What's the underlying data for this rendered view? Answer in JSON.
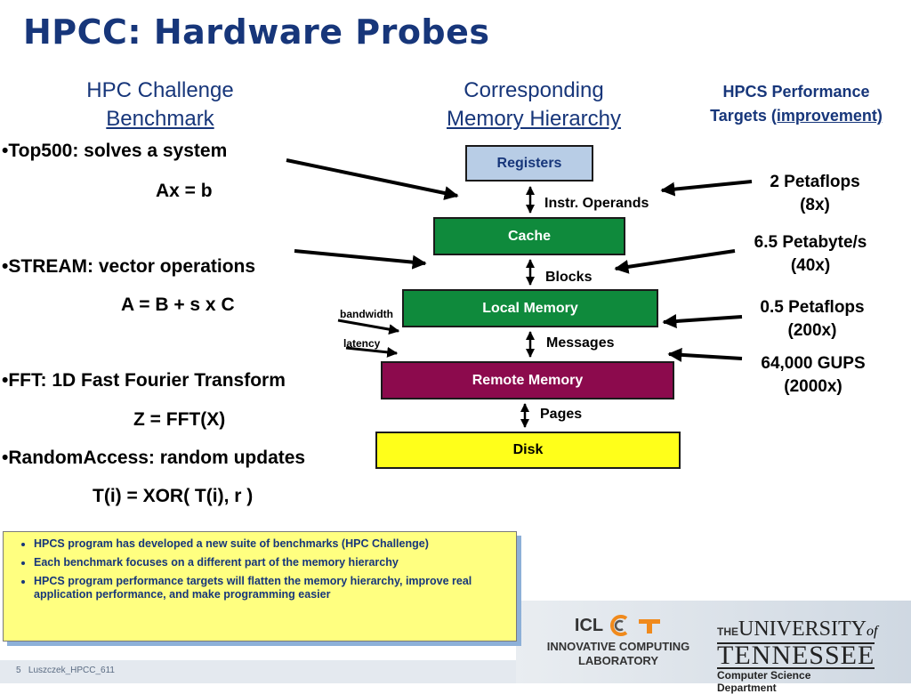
{
  "title": "HPCC: Hardware Probes",
  "columns": {
    "benchmark_line1": "HPC Challenge",
    "benchmark_line2": "Benchmark",
    "memory_line1": "Corresponding",
    "memory_line2": "Memory Hierarchy",
    "targets_line1": "HPCS Performance",
    "targets_line2a": "Targets ",
    "targets_line2b": "(improvement)"
  },
  "benchmarks": [
    {
      "name": "Top500: solves a system",
      "equation": "Ax = b"
    },
    {
      "name": "STREAM: vector operations",
      "equation": "A = B + s x C"
    },
    {
      "name": "FFT: 1D Fast Fourier Transform",
      "equation": "Z = FFT(X)"
    },
    {
      "name": "RandomAccess: random updates",
      "equation": "T(i) = XOR( T(i), r )"
    }
  ],
  "bullet_glyph": "•",
  "hierarchy": {
    "levels": [
      {
        "label": "Registers",
        "color": "#b8cde6",
        "text_color": "#17367a"
      },
      {
        "label": "Cache",
        "color": "#0f8a3c",
        "text_color": "#ffffff"
      },
      {
        "label": "Local Memory",
        "color": "#0f8a3c",
        "text_color": "#ffffff"
      },
      {
        "label": "Remote Memory",
        "color": "#8c0a4d",
        "text_color": "#ffffff"
      },
      {
        "label": "Disk",
        "color": "#ffff1a",
        "text_color": "#000000"
      }
    ],
    "transfers": [
      "Instr. Operands",
      "Blocks",
      "Messages",
      "Pages"
    ],
    "bandwidth_label": "bandwidth",
    "latency_label": "latency"
  },
  "targets": [
    {
      "value": "2 Petaflops",
      "improvement": "(8x)"
    },
    {
      "value": "6.5 Petabyte/s",
      "improvement": "(40x)"
    },
    {
      "value": "0.5 Petaflops",
      "improvement": "(200x)"
    },
    {
      "value": "64,000 GUPS",
      "improvement": "(2000x)"
    }
  ],
  "notes": [
    "HPCS program has developed a new suite of benchmarks (HPC Challenge)",
    "Each benchmark focuses on a different part of the memory hierarchy",
    "HPCS program performance targets will flatten the memory hierarchy, improve real application performance, and make programming easier"
  ],
  "footer": {
    "slide_number": "5",
    "slide_id": "Luszczek_HPCC_611",
    "icl_logo": "ICL",
    "icl_line1": "INNOVATIVE COMPUTING",
    "icl_line2": "LABORATORY",
    "ut_the": "THE",
    "ut_university": "UNIVERSITY",
    "ut_of": "of",
    "ut_tennessee": "TENNESSEE",
    "ut_dept": "Computer Science Department"
  }
}
